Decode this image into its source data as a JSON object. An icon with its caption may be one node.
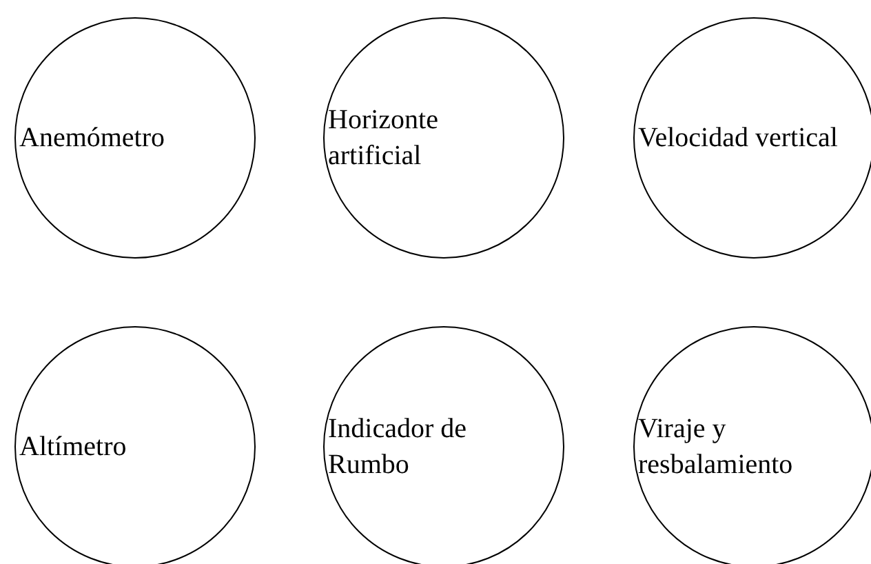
{
  "diagram": {
    "nodes": [
      {
        "text": [
          "Anemómetro"
        ]
      },
      {
        "text": [
          "Horizonte artificial"
        ]
      },
      {
        "text": [
          "Velocidad vertical"
        ]
      },
      {
        "text": [
          "Altímetro"
        ]
      },
      {
        "text": [
          "Indicador de Rumbo"
        ]
      },
      {
        "text": [
          "Viraje y resbalamiento"
        ]
      }
    ]
  }
}
